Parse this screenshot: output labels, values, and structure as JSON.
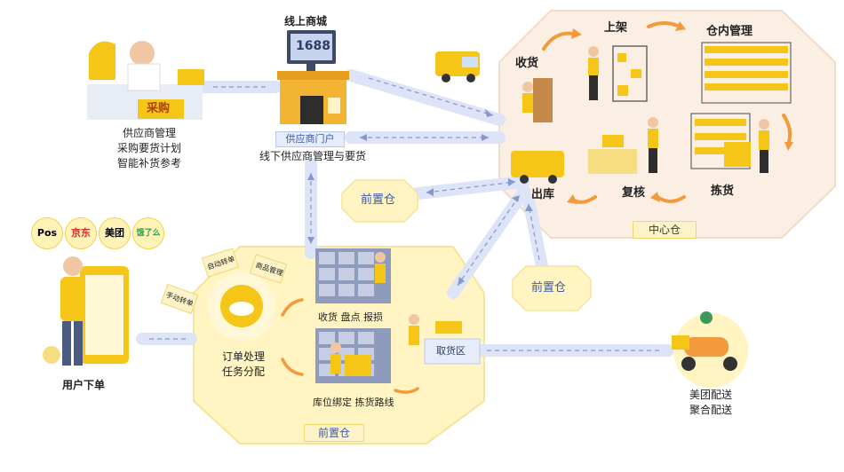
{
  "labels": {
    "online_mall": "线上商城",
    "mall_1688": "1688",
    "supplier_portal": "供应商门户",
    "offline_supplier": "线下供应商管理与要货",
    "purchase": "采购",
    "supplier_lines": [
      "供应商管理",
      "采购要货计划",
      "智能补货参考"
    ],
    "user_order": "用户下单",
    "brands": [
      "Pos",
      "京东",
      "美团",
      "饿了么"
    ],
    "center_wh": "中心仓",
    "receive": "收货",
    "shelve": "上架",
    "inwh": "仓内管理",
    "outbound": "出库",
    "review": "复核",
    "picking": "拣货",
    "front_wh_top": "前置仓",
    "front_wh_right": "前置仓",
    "front_wh_bottom": "前置仓",
    "order_proc": [
      "订单处理",
      "任务分配"
    ],
    "tag_auto": "自动转单",
    "tag_goods": "商品管理",
    "tag_manual": "手动转单",
    "recv_inv": "收货  盘点  报损",
    "bind_route": "库位绑定  拣货路线",
    "pickup_area": "取货区",
    "delivery": [
      "美团配送",
      "聚合配送"
    ]
  },
  "colors": {
    "accent_yellow": "#f5c518",
    "soft_yellow": "#fdf3c8",
    "blue_line": "#c9d3f2",
    "dash": "#7d8fc8",
    "orange": "#f29a3c"
  }
}
